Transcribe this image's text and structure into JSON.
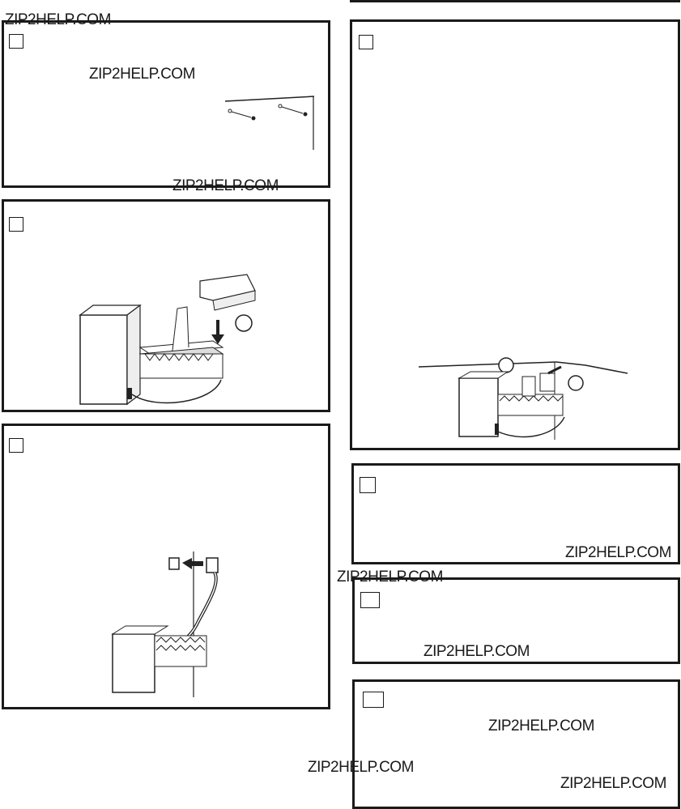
{
  "watermark": {
    "text": "ZIP2HELP.COM"
  },
  "panels": [
    {
      "id": "panel-1",
      "illustration": "mounting-screws"
    },
    {
      "id": "panel-2",
      "illustration": "ice-maker-with-bin-bracket"
    },
    {
      "id": "panel-3",
      "illustration": "ice-maker-wiring-plug"
    },
    {
      "id": "panel-4",
      "illustration": "ice-maker-installed-under-shelf"
    },
    {
      "id": "panel-5",
      "illustration": "none"
    },
    {
      "id": "panel-6",
      "illustration": "none"
    },
    {
      "id": "panel-7",
      "illustration": "none"
    }
  ]
}
